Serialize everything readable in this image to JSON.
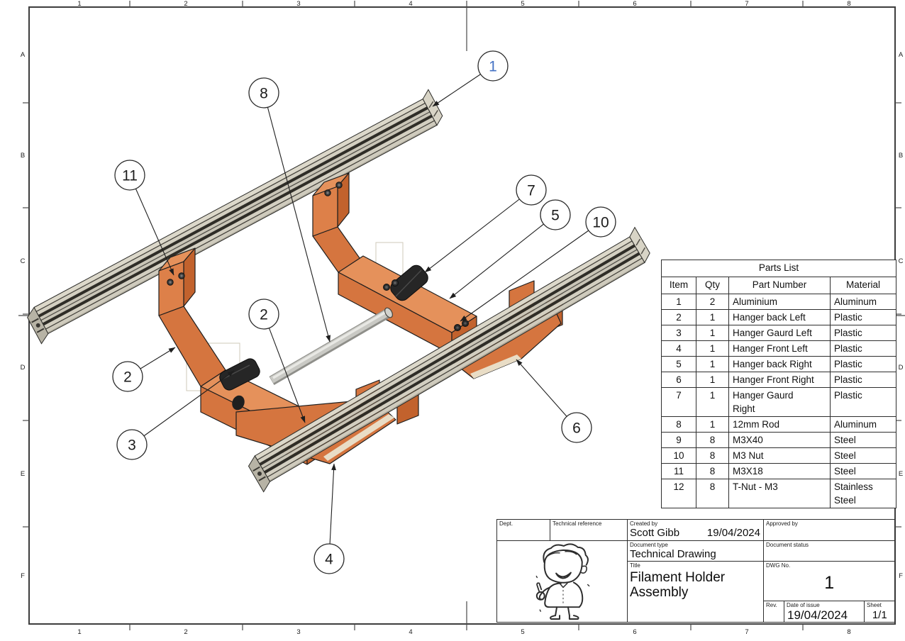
{
  "grid": {
    "cols": [
      "1",
      "2",
      "3",
      "4",
      "5",
      "6",
      "7",
      "8"
    ],
    "rows": [
      "A",
      "B",
      "C",
      "D",
      "E",
      "F"
    ]
  },
  "balloons": {
    "b1": {
      "label": "1"
    },
    "b8": {
      "label": "8"
    },
    "b11": {
      "label": "11"
    },
    "b7": {
      "label": "7"
    },
    "b5": {
      "label": "5"
    },
    "b10": {
      "label": "10"
    },
    "b2a": {
      "label": "2"
    },
    "b2b": {
      "label": "2"
    },
    "b3": {
      "label": "3"
    },
    "b6": {
      "label": "6"
    },
    "b4": {
      "label": "4"
    }
  },
  "parts_list": {
    "title": "Parts List",
    "columns": [
      "Item",
      "Qty",
      "Part Number",
      "Material"
    ],
    "rows": [
      [
        "1",
        "2",
        "Aluminium",
        "Aluminum"
      ],
      [
        "2",
        "1",
        "Hanger back Left",
        "Plastic"
      ],
      [
        "3",
        "1",
        "Hanger Gaurd Left",
        "Plastic"
      ],
      [
        "4",
        "1",
        "Hanger Front Left",
        "Plastic"
      ],
      [
        "5",
        "1",
        "Hanger back Right",
        "Plastic"
      ],
      [
        "6",
        "1",
        "Hanger Front Right",
        "Plastic"
      ],
      [
        "7",
        "1",
        "Hanger Gaurd\nRight",
        "Plastic"
      ],
      [
        "8",
        "1",
        "12mm Rod",
        "Aluminum"
      ],
      [
        "9",
        "8",
        "M3X40",
        "Steel"
      ],
      [
        "10",
        "8",
        "M3 Nut",
        "Steel"
      ],
      [
        "11",
        "8",
        "M3X18",
        "Steel"
      ],
      [
        "12",
        "8",
        "T-Nut - M3",
        "Stainless\nSteel"
      ]
    ]
  },
  "title_block": {
    "dept_label": "Dept.",
    "technical_reference_label": "Technical reference",
    "created_by_label": "Created by",
    "created_by_value": "Scott Gibb",
    "created_date": "19/04/2024",
    "approved_by_label": "Approved by",
    "document_type_label": "Document type",
    "document_type_value": "Technical Drawing",
    "document_status_label": "Document status",
    "title_label": "Title",
    "title_value": "Filament Holder\nAssembly",
    "dwg_no_label": "DWG No.",
    "dwg_no_value": "1",
    "rev_label": "Rev.",
    "date_of_issue_label": "Date of issue",
    "date_of_issue_value": "19/04/2024",
    "sheet_label": "Sheet",
    "sheet_value": "1/1"
  },
  "colors": {
    "hanger_orange_front": "#D5753F",
    "hanger_orange_top": "#E5915B",
    "hanger_orange_dark": "#C2622D",
    "aluminum_light": "#D7D3C5",
    "aluminum_slot": "#2F2D27",
    "guard_black": "#262626",
    "outline": "#1E1E1E"
  }
}
